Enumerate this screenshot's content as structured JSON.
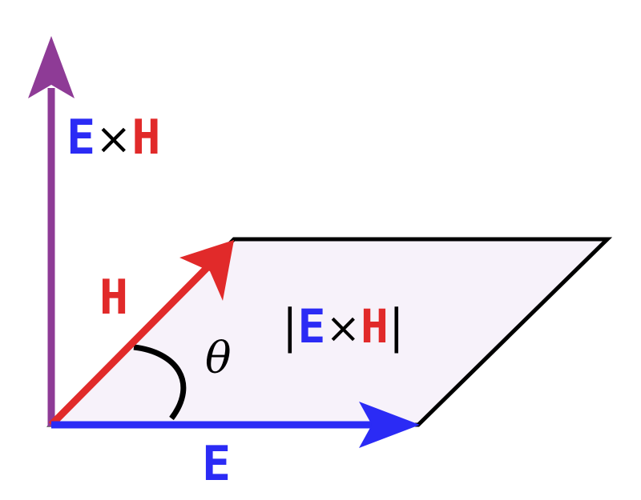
{
  "labels": {
    "cross_vector": {
      "left": "E",
      "op": "×",
      "right": "H"
    },
    "h_vector": "H",
    "e_vector": "E",
    "angle": "θ",
    "magnitude": {
      "open": "|",
      "left": "E",
      "op": "×",
      "right": "H",
      "close": "|"
    }
  },
  "colors": {
    "e_vector": "#2b2bf5",
    "h_vector": "#e12a2a",
    "cross_vector": "#8e3b96",
    "parallelogram_fill": "#f7f2fa",
    "parallelogram_stroke": "#000000",
    "text": "#000000"
  }
}
